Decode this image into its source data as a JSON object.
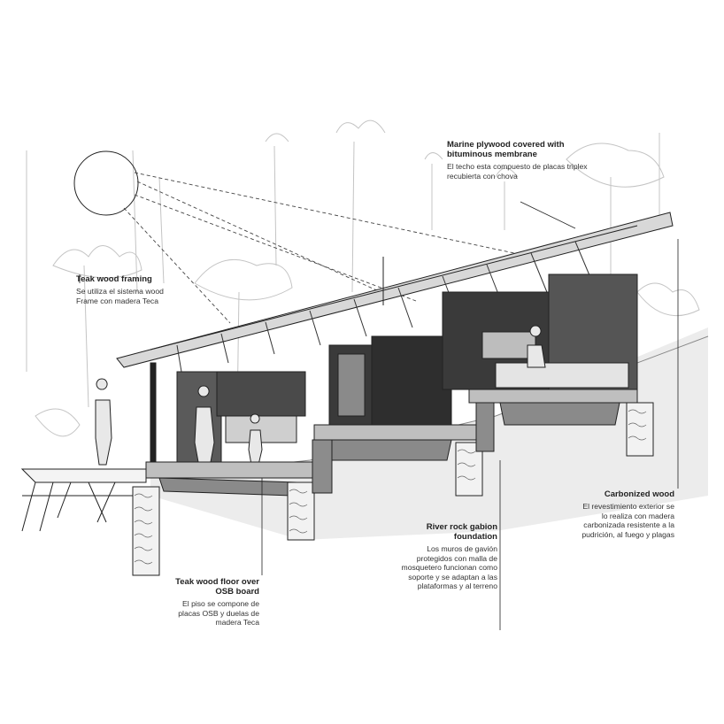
{
  "palette": {
    "background": "#ffffff",
    "ink": "#222222",
    "light_line": "#bdbdbd",
    "dark_fill": "#3a3a3a",
    "mid_fill": "#6e6e6e",
    "shadow": "#e6e6e6"
  },
  "annotations": {
    "roof": {
      "title": "Marine plywood covered with bituminous membrane",
      "desc": "El techo esta compuesto de placas triplex recubierta con chova"
    },
    "framing": {
      "title": "Teak wood framing",
      "desc": "Se utiliza el sistema wood Frame con madera Teca"
    },
    "floor": {
      "title": "Teak wood floor over OSB board",
      "desc": "El piso se compone de placas OSB y duelas de madera Teca"
    },
    "foundation": {
      "title": "River rock gabion foundation",
      "desc": "Los muros de gavión protegidos con malla de mosquetero funcionan como soporte y se adaptan a las plataformas y al terreno"
    },
    "cladding": {
      "title": "Carbonized wood",
      "desc": "El revestimiento exterior se lo realiza con madera carbonizada resistente a la pudrición, al fuego y plagas"
    }
  }
}
